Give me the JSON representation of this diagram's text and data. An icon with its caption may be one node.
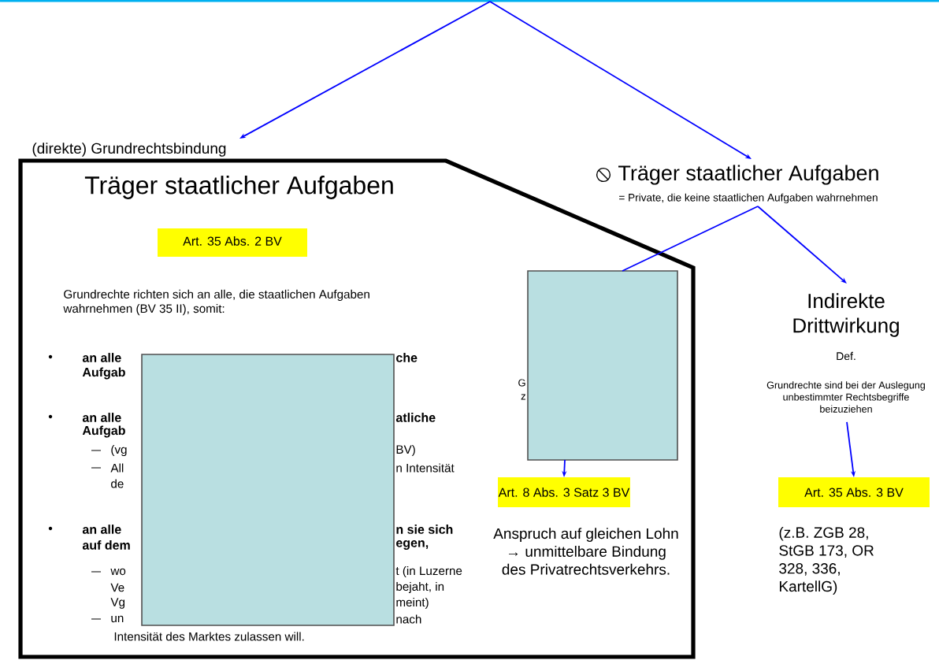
{
  "diagram": {
    "nodes": [
      {
        "text": [
          "(direkte) Grundrechtsbindung",
          "Träger staatlicher Aufgaben",
          "Grundrechte richten sich an alle, die staatlichen Aufgaben wahrnehmen (BV 35 II), somit:"
        ]
      },
      {
        "text": [
          "Art. 35 Abs. 2 BV"
        ],
        "in": 0
      },
      {
        "text": [],
        "shape": "box",
        "in": 0
      },
      {
        "text": [],
        "shape": "box",
        "in": 0
      },
      {
        "text": [
          "Art. 8 Abs. 3 Satz 3 BV"
        ],
        "in": 0,
        "beside": [
          "Anspruch auf gleichen Lohn → unmittelbare Bindung des Privatrechtsverkehrs."
        ]
      },
      {
        "text": [
          "Träger staatlicher Aufgaben",
          "= Private, die keine staatlichen Aufgaben wahrnehmen"
        ]
      },
      {
        "text": [
          "Indirekte Drittwirkung",
          "Def.",
          "Grundrechte sind bei der Auslegung unbestimmter Rechtsbegriffe beizuziehen"
        ]
      },
      {
        "text": [
          "Art. 35 Abs. 3 BV"
        ],
        "beside": [
          "(z.B. ZGB 28, StGB 173, OR 328, 336, KartellG)"
        ]
      }
    ],
    "edges": [
      {
        "from": null,
        "to": 0,
        "arrow": "to"
      },
      {
        "from": null,
        "to": 5,
        "arrow": "to"
      },
      {
        "from": 5,
        "to": 3,
        "arrow": "none"
      },
      {
        "from": 5,
        "to": 6,
        "arrow": "to"
      },
      {
        "from": 3,
        "to": 4,
        "arrow": "to"
      },
      {
        "from": 6,
        "to": 7,
        "arrow": "to"
      }
    ],
    "labels": [
      "an alle",
      "che",
      "Aufgab",
      "an alle",
      "atliche",
      "Aufgab",
      "(vg",
      "BV)",
      "All",
      "n Intensität",
      "de",
      "an alle",
      "n sie sich",
      "auf dem",
      "**egen**,",
      "wo",
      "t (in Luzerne",
      "Ve",
      "bejaht, in",
      "Vg",
      "meint)",
      "un",
      "nach",
      "Intensität des Marktes zulassen will.",
      "G",
      "z"
    ]
  }
}
